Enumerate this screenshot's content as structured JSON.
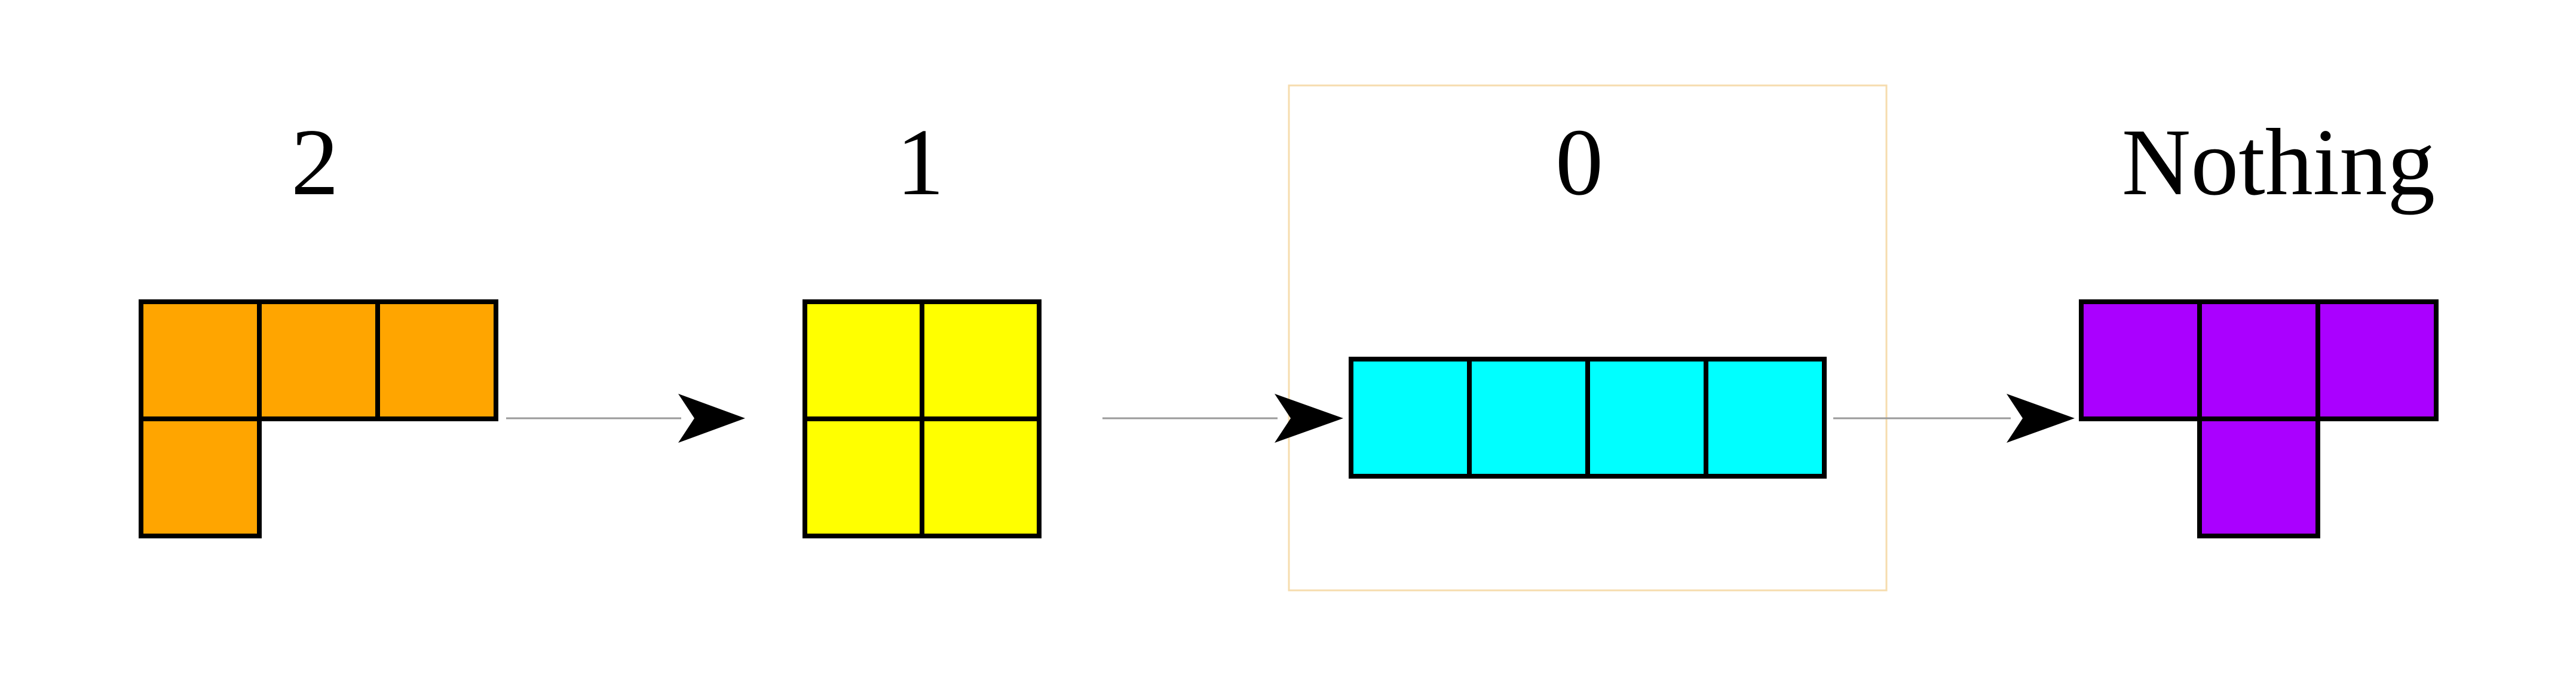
{
  "pieces": [
    {
      "label": "2",
      "shape": "L",
      "color": "#ffa500"
    },
    {
      "label": "1",
      "shape": "O",
      "color": "#ffff00"
    },
    {
      "label": "0",
      "shape": "I",
      "color": "#00ffff",
      "highlighted": true
    },
    {
      "label": "Nothing",
      "shape": "T",
      "color": "#aa00ff"
    }
  ],
  "highlight_color": "#f6dcae"
}
